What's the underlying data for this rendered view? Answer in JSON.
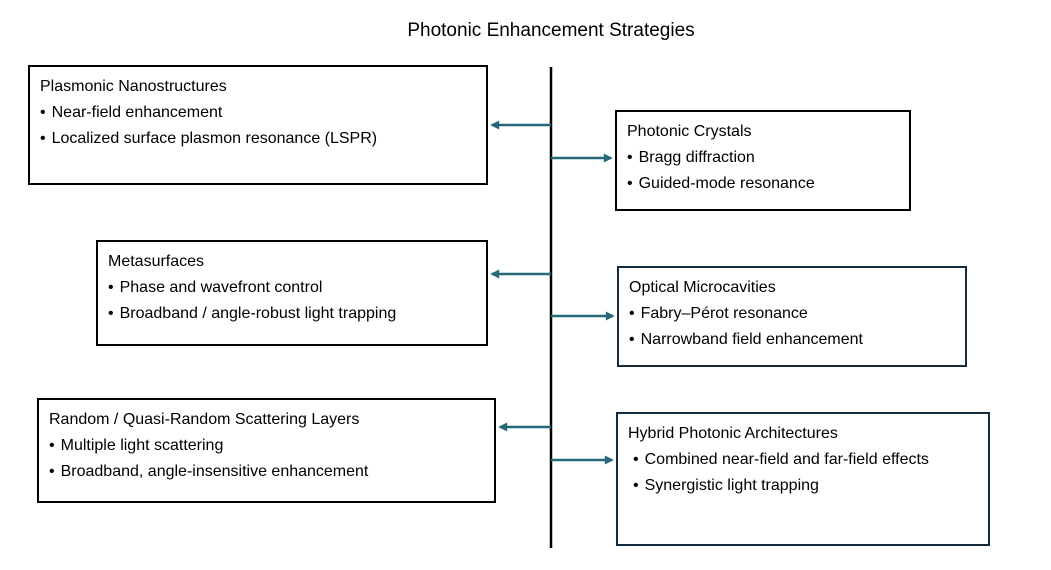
{
  "title": "Photonic Enhancement Strategies",
  "bullet_char": "•",
  "colors": {
    "arrow": "#26697B",
    "border_black": "#000000",
    "border_navy": "#132B3C",
    "text": "#000000",
    "background": "#FFFFFF"
  },
  "boxes": {
    "left": [
      {
        "title": "Plasmonic Nanostructures",
        "bullets": [
          "Near-field enhancement",
          "Localized surface plasmon resonance (LSPR)"
        ]
      },
      {
        "title": "Metasurfaces",
        "bullets": [
          "Phase and wavefront control",
          "Broadband / angle-robust light trapping"
        ]
      },
      {
        "title": "Random / Quasi-Random Scattering Layers",
        "bullets": [
          "Multiple light scattering",
          "Broadband, angle-insensitive enhancement"
        ]
      }
    ],
    "right": [
      {
        "title": "Photonic Crystals",
        "bullets": [
          "Bragg diffraction",
          "Guided-mode resonance"
        ]
      },
      {
        "title": "Optical Microcavities",
        "bullets": [
          "Fabry–Pérot resonance",
          "Narrowband field enhancement"
        ]
      },
      {
        "title": "Hybrid Photonic Architectures",
        "bullets": [
          "Combined near-field and far-field effects",
          "Synergistic light trapping"
        ]
      }
    ]
  }
}
